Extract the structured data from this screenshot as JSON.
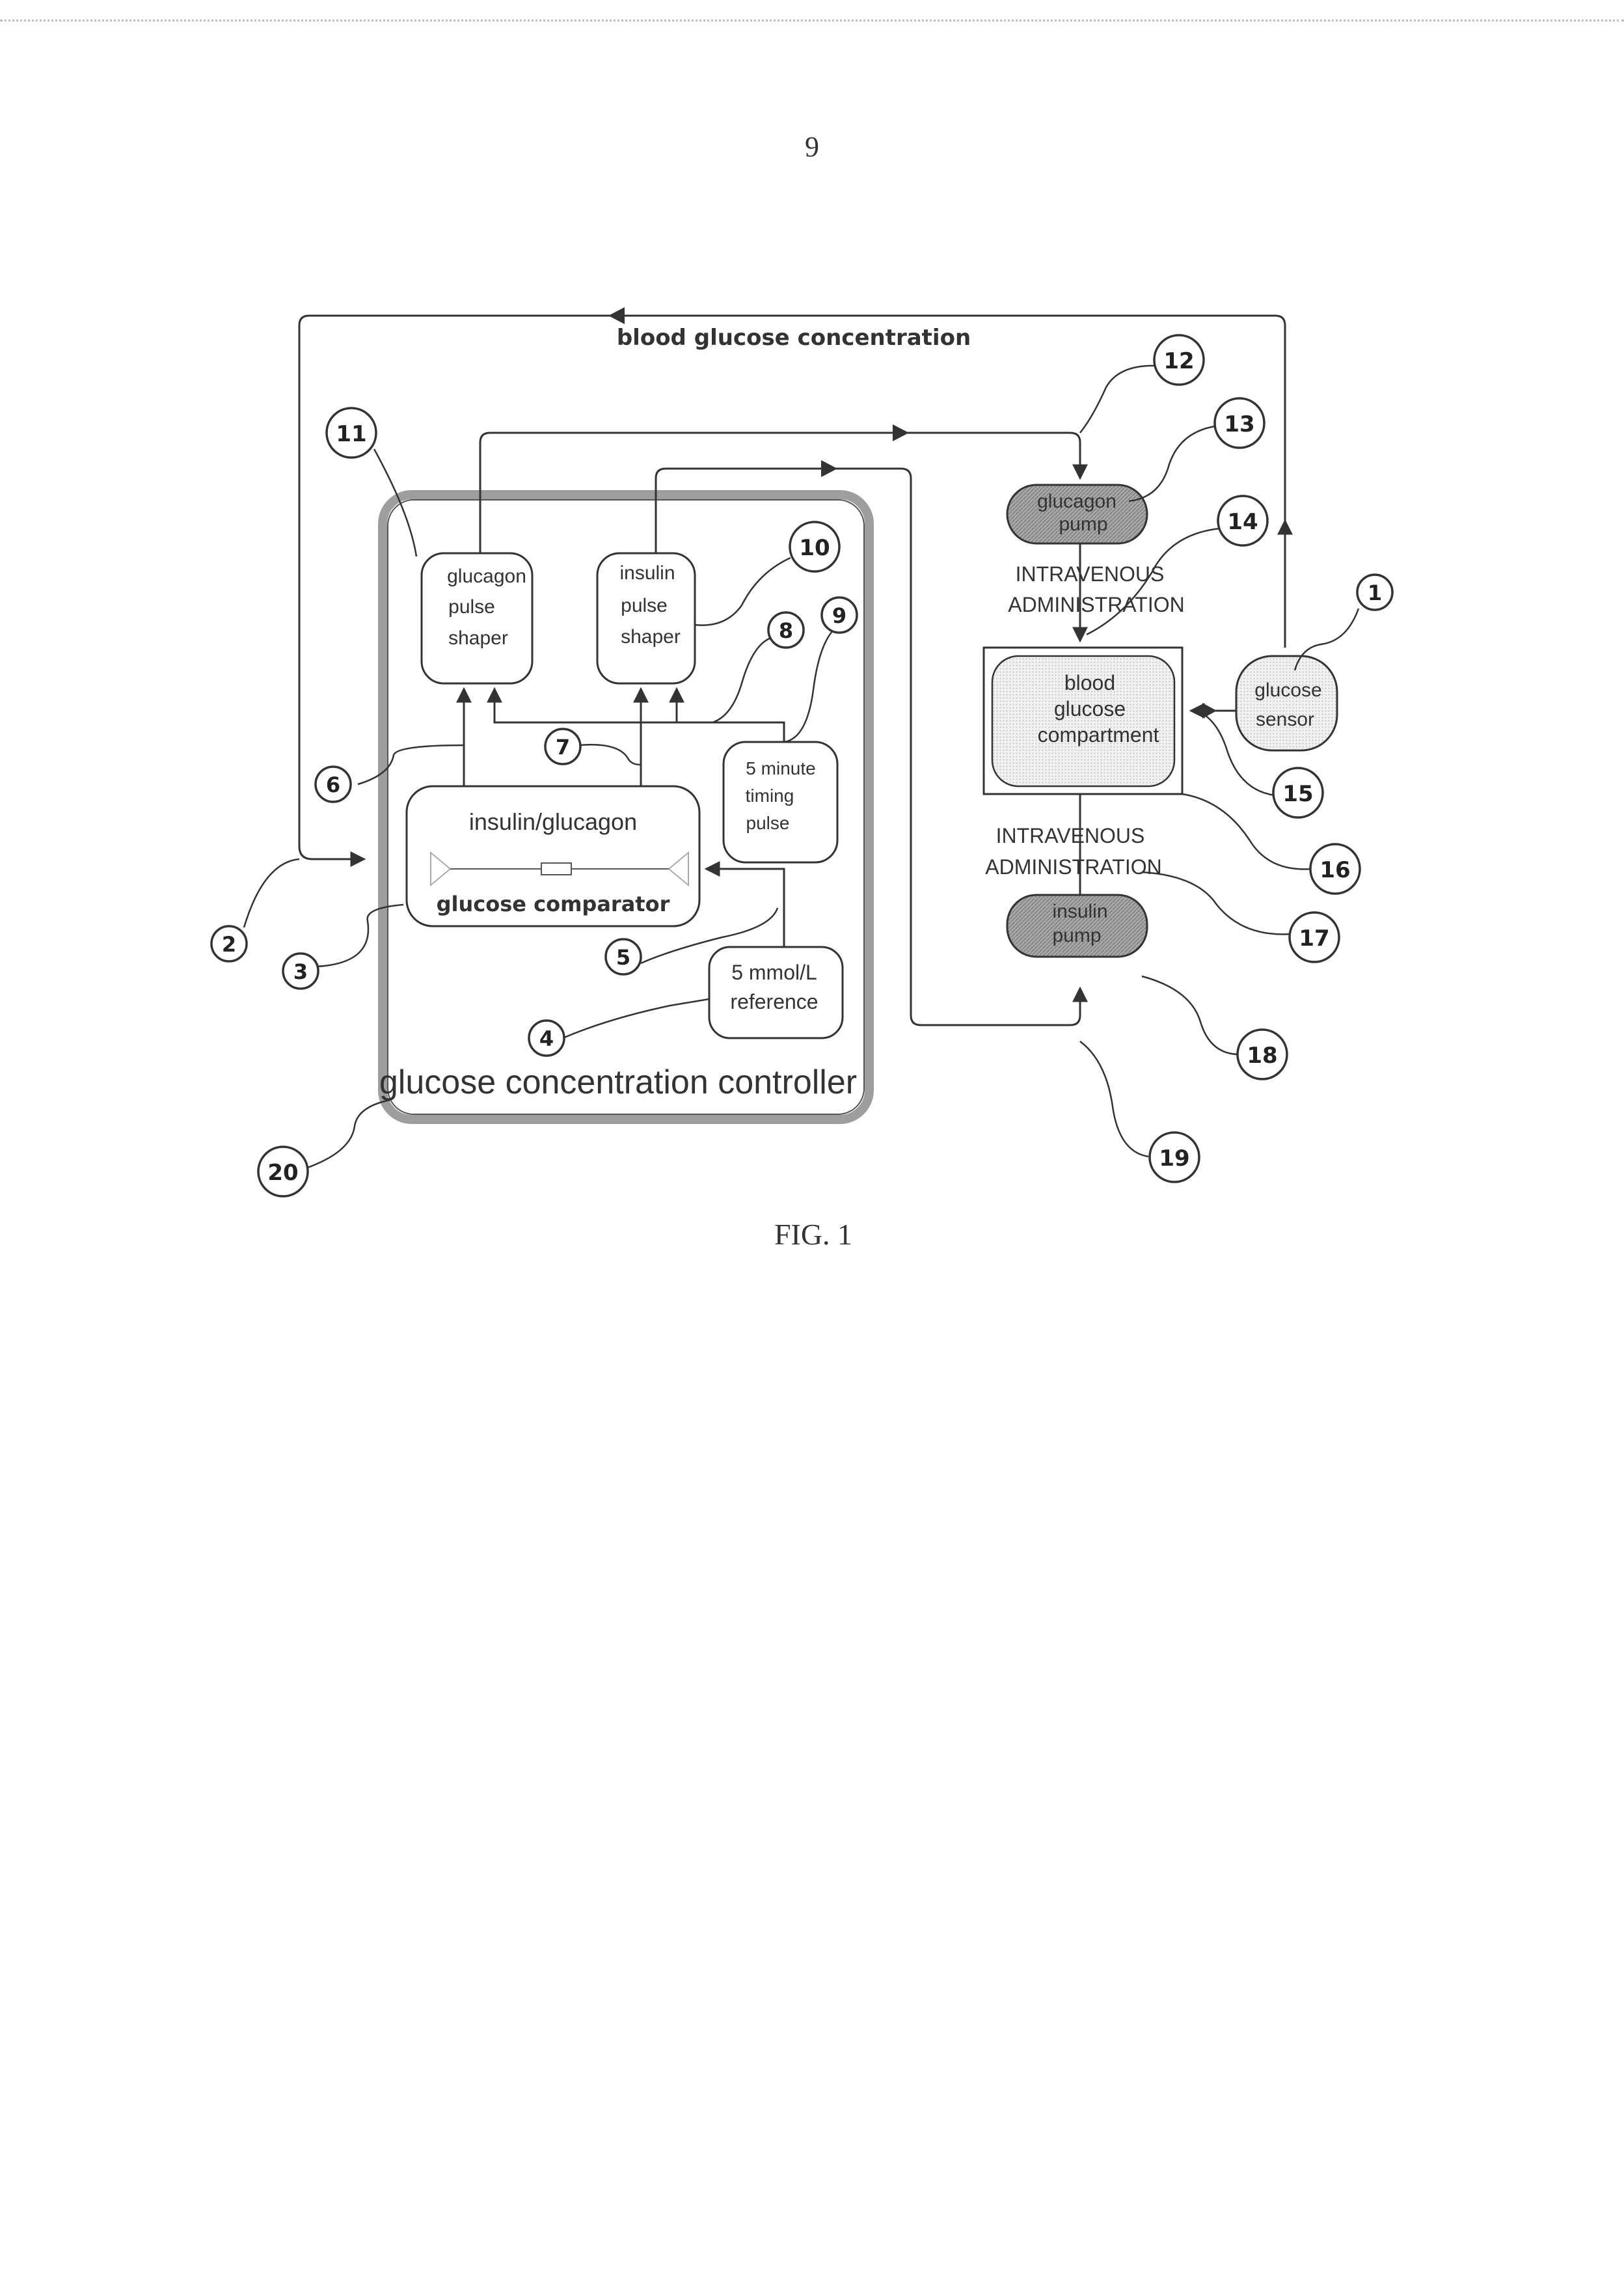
{
  "page_number": "9",
  "figure_caption": "FIG. 1",
  "diagram": {
    "feedback_label": "blood glucose concentration",
    "controller_label": "glucose concentration controller",
    "blocks": {
      "glucagon_shaper": [
        "glucagon",
        "pulse",
        "shaper"
      ],
      "insulin_shaper": [
        "insulin",
        "pulse",
        "shaper"
      ],
      "timing_pulse": [
        "5 minute",
        "timing",
        "pulse"
      ],
      "comparator_top": "insulin/glucagon",
      "comparator_bottom": "glucose comparator",
      "reference": [
        "5 mmol/L",
        "reference"
      ],
      "glucagon_pump": [
        "glucagon",
        "pump"
      ],
      "insulin_pump": [
        "insulin",
        "pump"
      ],
      "compartment": [
        "blood",
        "glucose",
        "compartment"
      ],
      "sensor": [
        "glucose",
        "sensor"
      ]
    },
    "iv_label_upper": [
      "INTRAVENOUS",
      "ADMINISTRATION"
    ],
    "iv_label_lower": [
      "INTRAVENOUS",
      "ADMINISTRATION"
    ],
    "reference_numerals": [
      "1",
      "2",
      "3",
      "4",
      "5",
      "6",
      "7",
      "8",
      "9",
      "10",
      "11",
      "12",
      "13",
      "14",
      "15",
      "16",
      "17",
      "18",
      "19",
      "20"
    ]
  },
  "colors": {
    "ink": "#333333",
    "pump_fill": "#9a9a9a",
    "sensor_fill": "#d8d8d8",
    "compartment_fill": "#ececec",
    "controller_border": "#9e9e9e"
  }
}
